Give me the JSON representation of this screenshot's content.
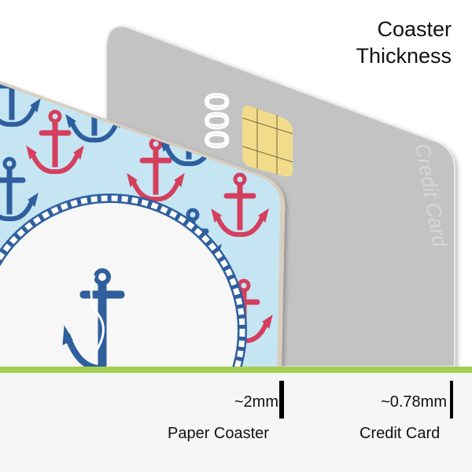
{
  "title": {
    "line1": "Coaster",
    "line2": "Thickness"
  },
  "credit_card": {
    "number_fragment": "000",
    "label": "Credit Card",
    "color": "#c3c3c3",
    "chip_color": "#f2dc8c"
  },
  "coaster": {
    "pattern": "anchor-pattern",
    "colors": {
      "background": "#c6e5f3",
      "blue_anchor": "#2f5f9e",
      "red_anchor": "#d43f5e",
      "edge": "#d8cfc1",
      "center": "#f7f7f7"
    }
  },
  "accent_color": "#a4cf52",
  "measurements": [
    {
      "value": "~2mm",
      "label": "Paper Coaster"
    },
    {
      "value": "~0.78mm",
      "label": "Credit Card"
    }
  ]
}
